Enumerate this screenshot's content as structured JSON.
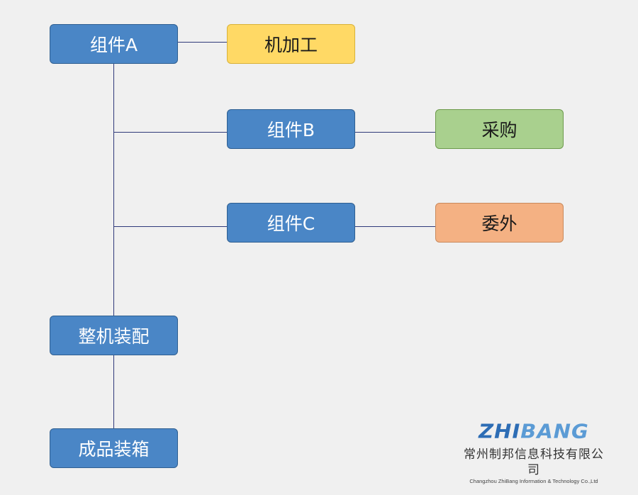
{
  "nodes": {
    "component_a": "组件A",
    "machining": "机加工",
    "component_b": "组件B",
    "purchasing": "采购",
    "component_c": "组件C",
    "outsourcing": "委外",
    "final_assembly": "整机装配",
    "finished_packing": "成品装箱"
  },
  "logo": {
    "word_part1": "ZHI",
    "word_part2": "BANG",
    "company_cn": "常州制邦信息科技有限公司",
    "company_en": "Changzhou ZhiBang Information & Technology Co.,Ltd"
  },
  "colors": {
    "process_blue": "#4a86c6",
    "machining_yellow": "#ffd965",
    "purchasing_green": "#a9d08e",
    "outsourcing_orange": "#f4b183",
    "connector": "#2f3a7a",
    "background": "#f0f0f0"
  }
}
